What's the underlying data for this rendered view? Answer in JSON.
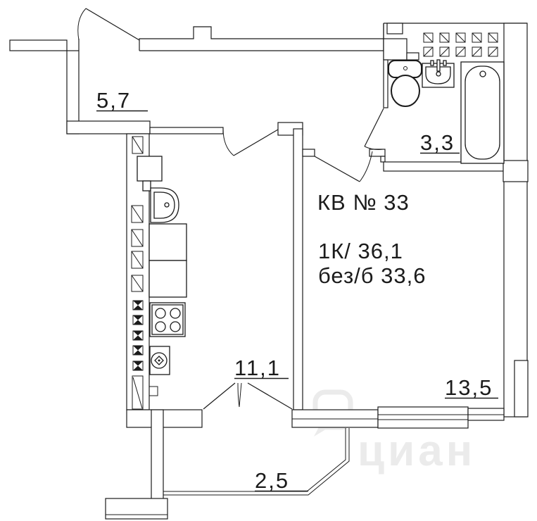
{
  "plan": {
    "apartment_label": {
      "title": "КВ № 33",
      "type_area": "1К/ 36,1",
      "area_no_balcony": "без/б 33,6"
    },
    "rooms": {
      "hallway": {
        "area": "5,7"
      },
      "bathroom": {
        "area": "3,3"
      },
      "kitchen": {
        "area": "11,1"
      },
      "living_room": {
        "area": "13,5"
      },
      "balcony": {
        "area": "2,5"
      }
    },
    "watermark": {
      "text": "циан"
    },
    "colors": {
      "line": "#1b1b1b",
      "background": "#ffffff",
      "watermark": "#ebebeb"
    }
  }
}
